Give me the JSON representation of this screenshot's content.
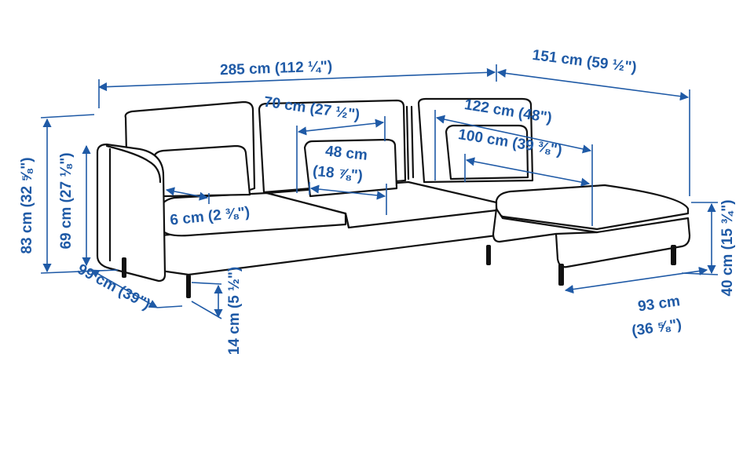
{
  "labels": {
    "total_width": "285 cm (112 ¼\")",
    "chaise_width": "151 cm (59 ½\")",
    "back_seat_depth": "70 cm (27 ½\")",
    "seat_width": "48 cm",
    "seat_width_in": "(18 ⅞\")",
    "chaise_depth": "122 cm (48\")",
    "chaise_seat_depth": "100 cm (39 ⅜\")",
    "arm_width": "6 cm (2 ⅜\")",
    "total_height": "83 cm (32 ⅝\")",
    "arm_height": "69 cm (27 ⅛\")",
    "depth": "99 cm (39\")",
    "leg_height": "14 cm (5 ½\")",
    "seat_height": "40 cm (15 ¾\")",
    "chaise_front_width": "93 cm",
    "chaise_front_width_in": "(36 ⅝\")"
  },
  "colors": {
    "dimension": "#1f5aa6",
    "outline": "#111111"
  }
}
